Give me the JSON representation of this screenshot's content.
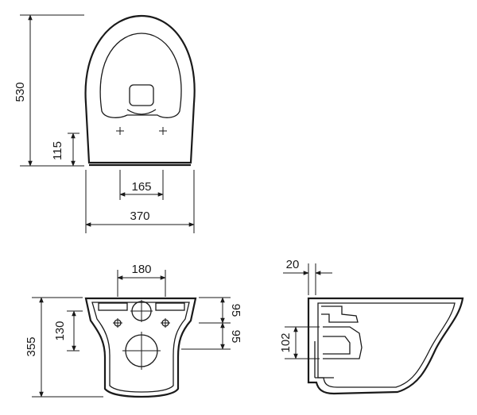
{
  "dimensions": {
    "top_view": {
      "height": "530",
      "bolt_offset": "115",
      "bolt_spacing": "165",
      "width": "370"
    },
    "back_view": {
      "fixing_spacing": "180",
      "depth": "355",
      "outlet_height": "130",
      "offset_upper": "95",
      "offset_lower": "95"
    },
    "side_view": {
      "wall_offset": "20",
      "outlet_height": "102"
    }
  }
}
